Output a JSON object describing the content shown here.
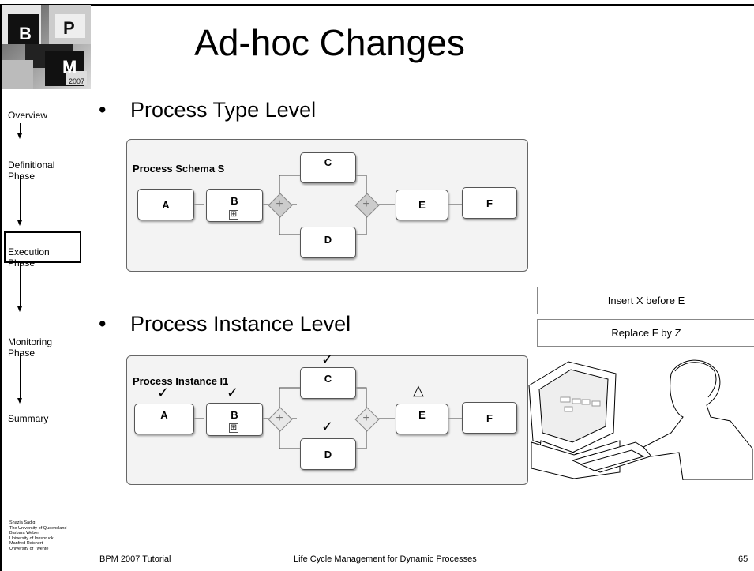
{
  "header": {
    "logo_text": "BPM 2007",
    "title": "Ad-hoc Changes"
  },
  "sidebar": {
    "items": [
      {
        "label": "Overview"
      },
      {
        "label": "Definitional\nPhase"
      },
      {
        "label": "Execution\nPhase"
      },
      {
        "label": "Monitoring\nPhase"
      },
      {
        "label": "Summary"
      }
    ],
    "authors": "Shazia Sadiq\nThe University of Queensland\nBarbara Weber\nUniversity of Innsbruck\nManfred Reichert\nUniversity of Twente"
  },
  "main": {
    "bullet1": "Process Type Level",
    "bullet2": "Process Instance Level",
    "bullet_symbol": "•",
    "schema": {
      "label": "Process Schema S",
      "tasks": [
        "A",
        "B",
        "C",
        "D",
        "E",
        "F"
      ]
    },
    "instance": {
      "label": "Process Instance I1",
      "tasks": [
        "A",
        "B",
        "C",
        "D",
        "E",
        "F"
      ],
      "check": "✓",
      "triangle": "△"
    },
    "callouts": [
      "Insert X before E",
      "Replace F by Z"
    ],
    "subprocess_marker": "⊞"
  },
  "footer": {
    "left": "BPM 2007 Tutorial",
    "center": "Life Cycle Management for Dynamic Processes",
    "page": "65"
  }
}
